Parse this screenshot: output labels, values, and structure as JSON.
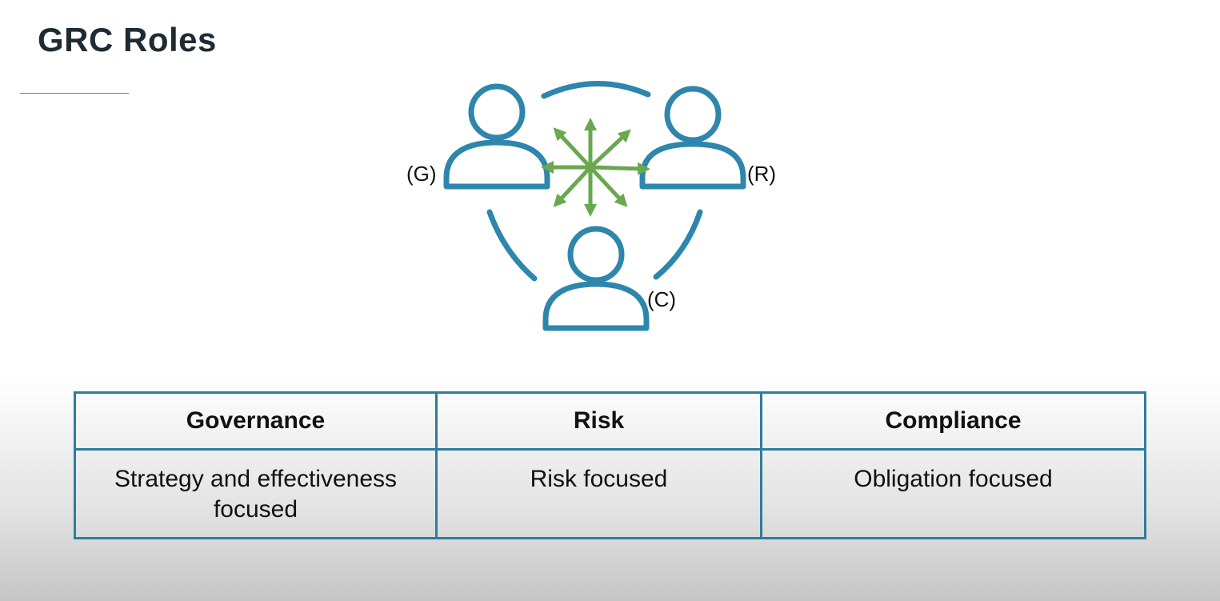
{
  "slide": {
    "title": "GRC Roles"
  },
  "diagram": {
    "labels": {
      "governance": "(G)",
      "risk": "(R)",
      "compliance": "(C)"
    },
    "colors": {
      "person_outline": "#2e86ad",
      "arrows": "#6aa84f"
    }
  },
  "table": {
    "headers": [
      "Governance",
      "Risk",
      "Compliance"
    ],
    "rows": [
      [
        "Strategy and effectiveness focused",
        "Risk focused",
        "Obligation focused"
      ]
    ]
  }
}
